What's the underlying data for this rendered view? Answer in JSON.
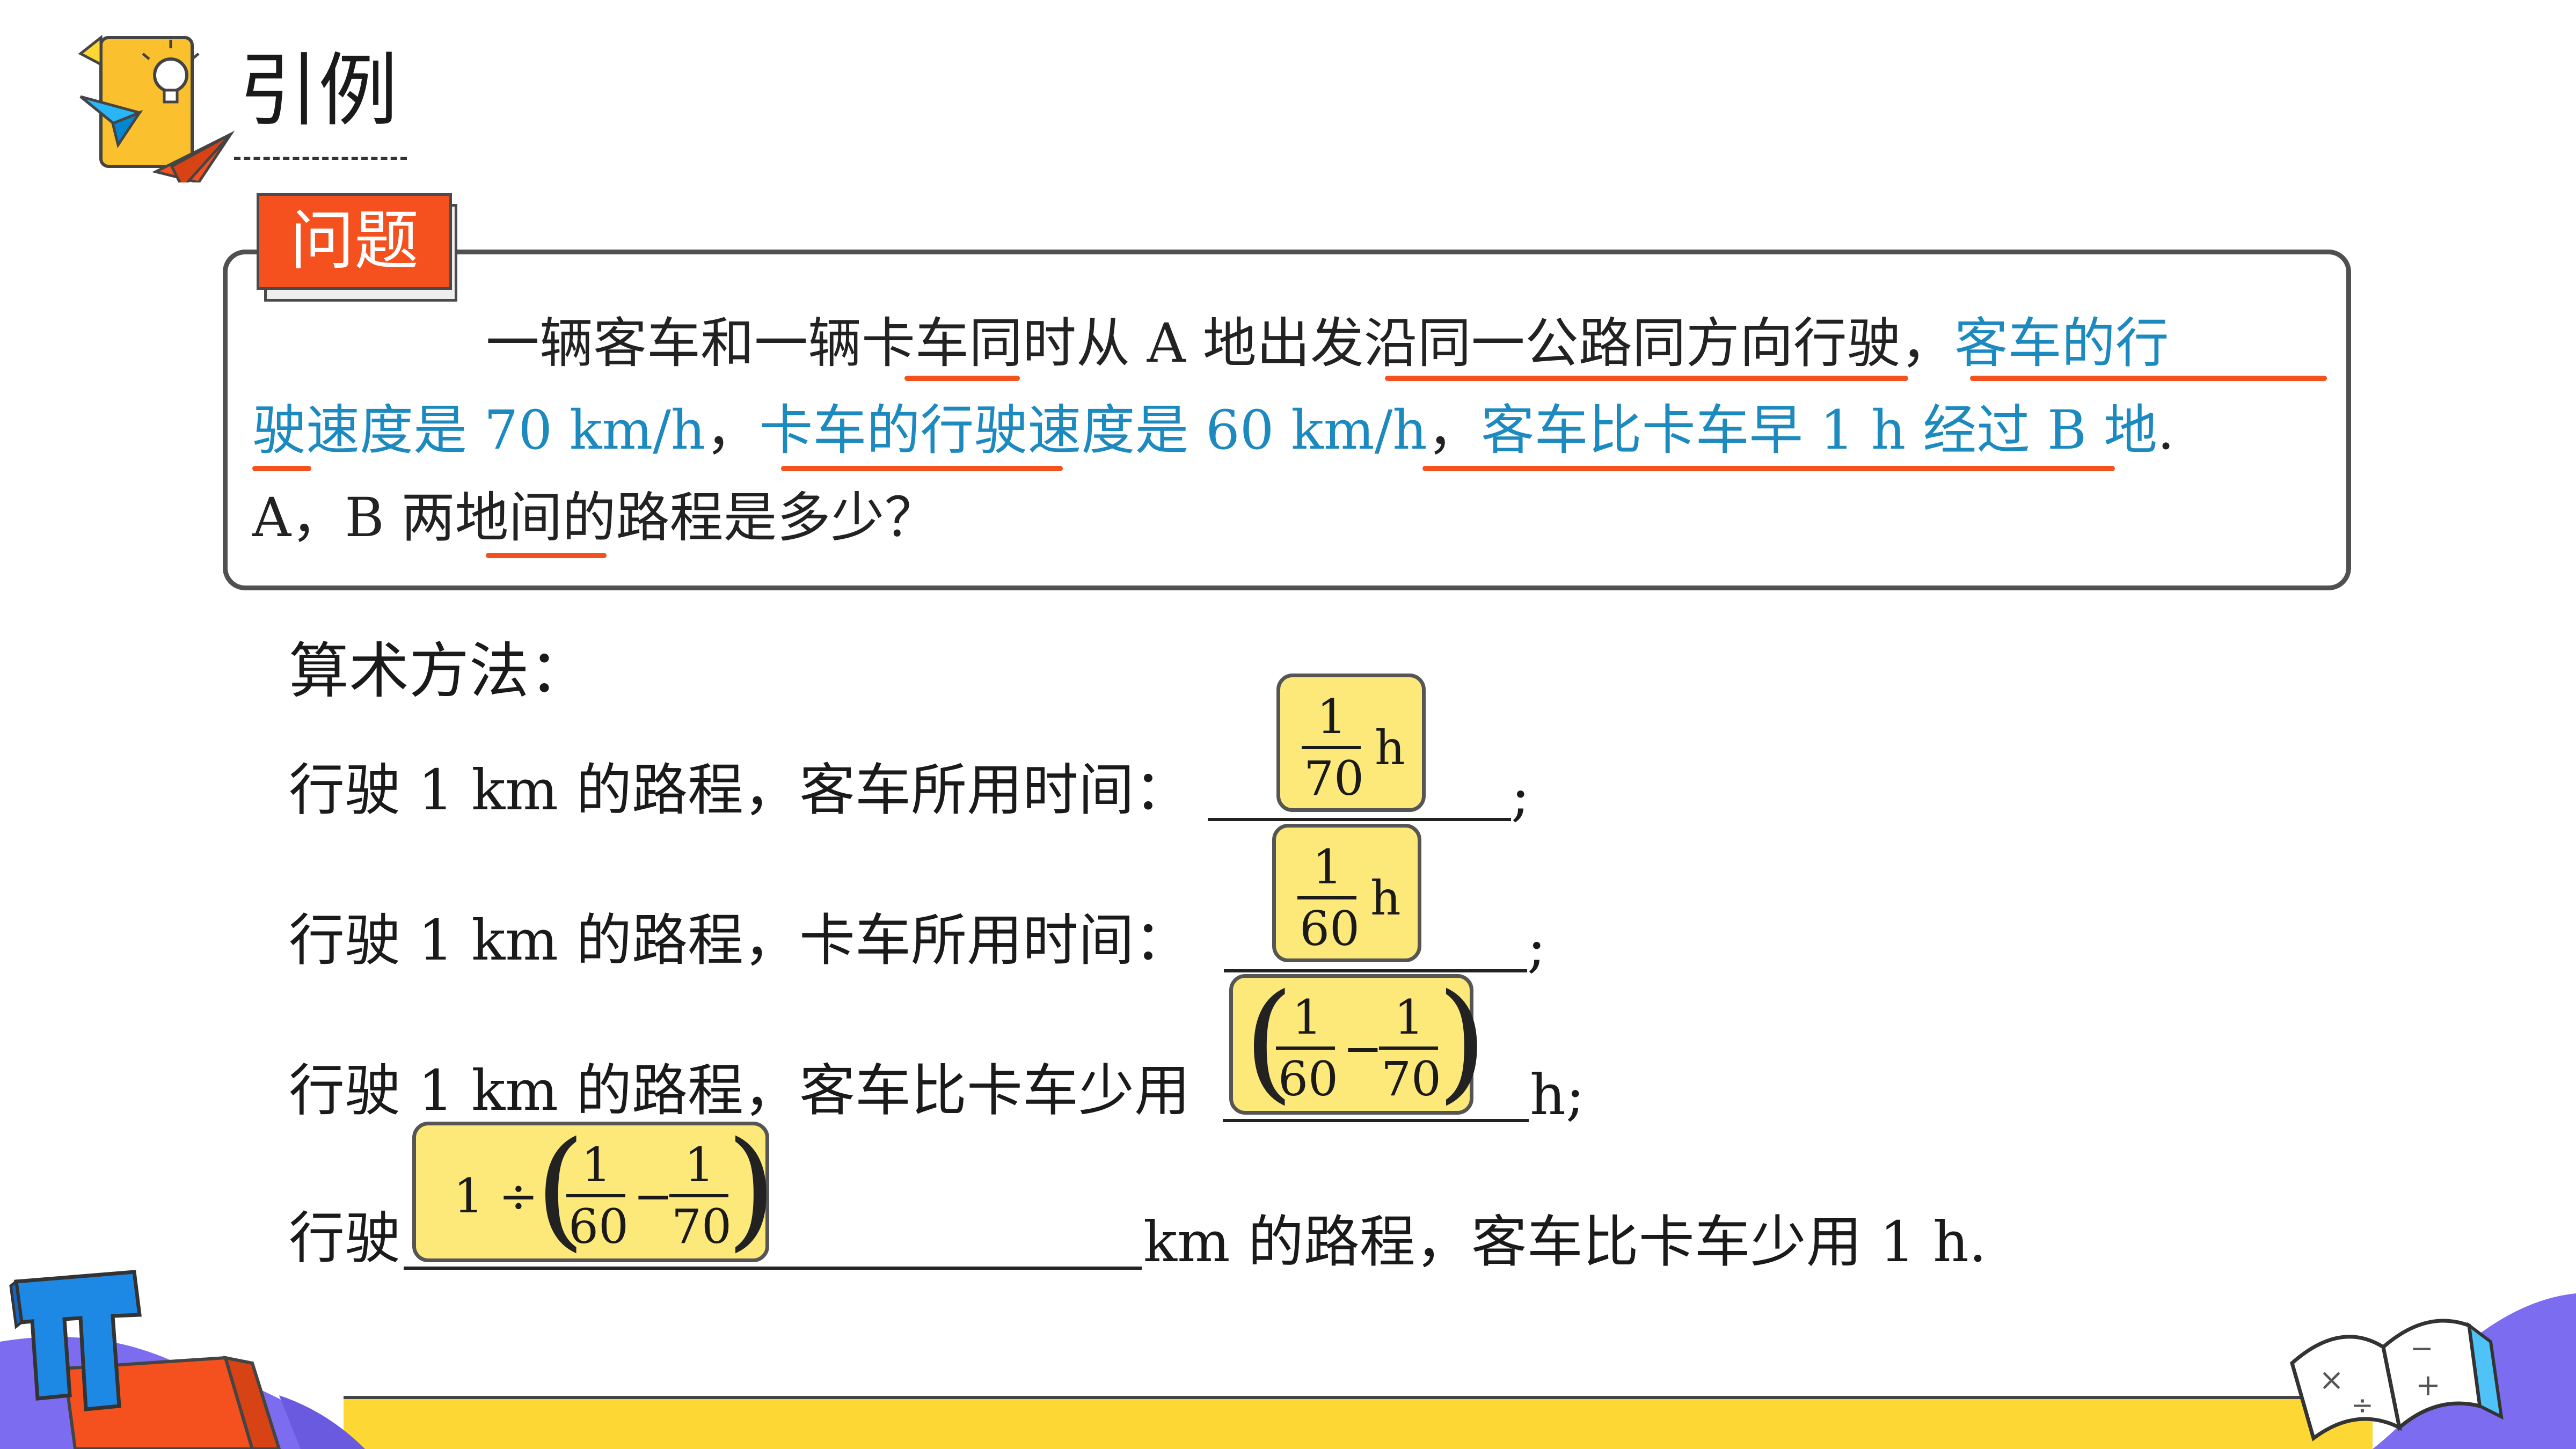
{
  "header": {
    "title": "引例"
  },
  "problem": {
    "tag": "问题",
    "line1_plain": "一辆客车和一辆卡车同时从 A 地出发沿同一公路同方向行驶，",
    "line1_hl": "客车的行",
    "line2_hl1": "驶速度是 70 km/h",
    "line2_sep1": "，",
    "line2_hl2": "卡车的行驶速度是 60 km/h",
    "line2_sep2": "，",
    "line2_hl3": "客车比卡车早 1 h 经过 B 地",
    "line2_end": ".",
    "line3": "A，B 两地间的路程是多少？"
  },
  "method": {
    "title": "算术方法：",
    "rows": [
      {
        "prefix": "行驶 1 km 的路程，客车所用时间：",
        "suffix": ";"
      },
      {
        "prefix": "行驶 1 km  的路程，卡车所用时间：",
        "suffix": ";"
      },
      {
        "prefix": "行驶  1 km 的路程，客车比卡车少用",
        "suffix": "h;"
      },
      {
        "prefix": "行驶",
        "suffix": "km  的路程，客车比卡车少用 1 h."
      }
    ],
    "answers": {
      "a1": {
        "num": "1",
        "den": "70",
        "unit": "h"
      },
      "a2": {
        "num": "1",
        "den": "60",
        "unit": "h"
      },
      "a3": {
        "num1": "1",
        "den1": "60",
        "op": "−",
        "num2": "1",
        "den2": "70"
      },
      "a4": {
        "lead": "1 ÷",
        "num1": "1",
        "den1": "60",
        "op": "−",
        "num2": "1",
        "den2": "70"
      }
    }
  },
  "colors": {
    "accent_orange": "#f4511e",
    "highlight_blue": "#1c89bf",
    "answer_fill": "#fde87a",
    "bottom_yellow": "#fdd835",
    "pi_blue": "#1e88e5"
  },
  "icons": [
    "lightbulb-note-icon",
    "paper-plane-icon",
    "pi-symbol-icon",
    "math-book-icon"
  ]
}
